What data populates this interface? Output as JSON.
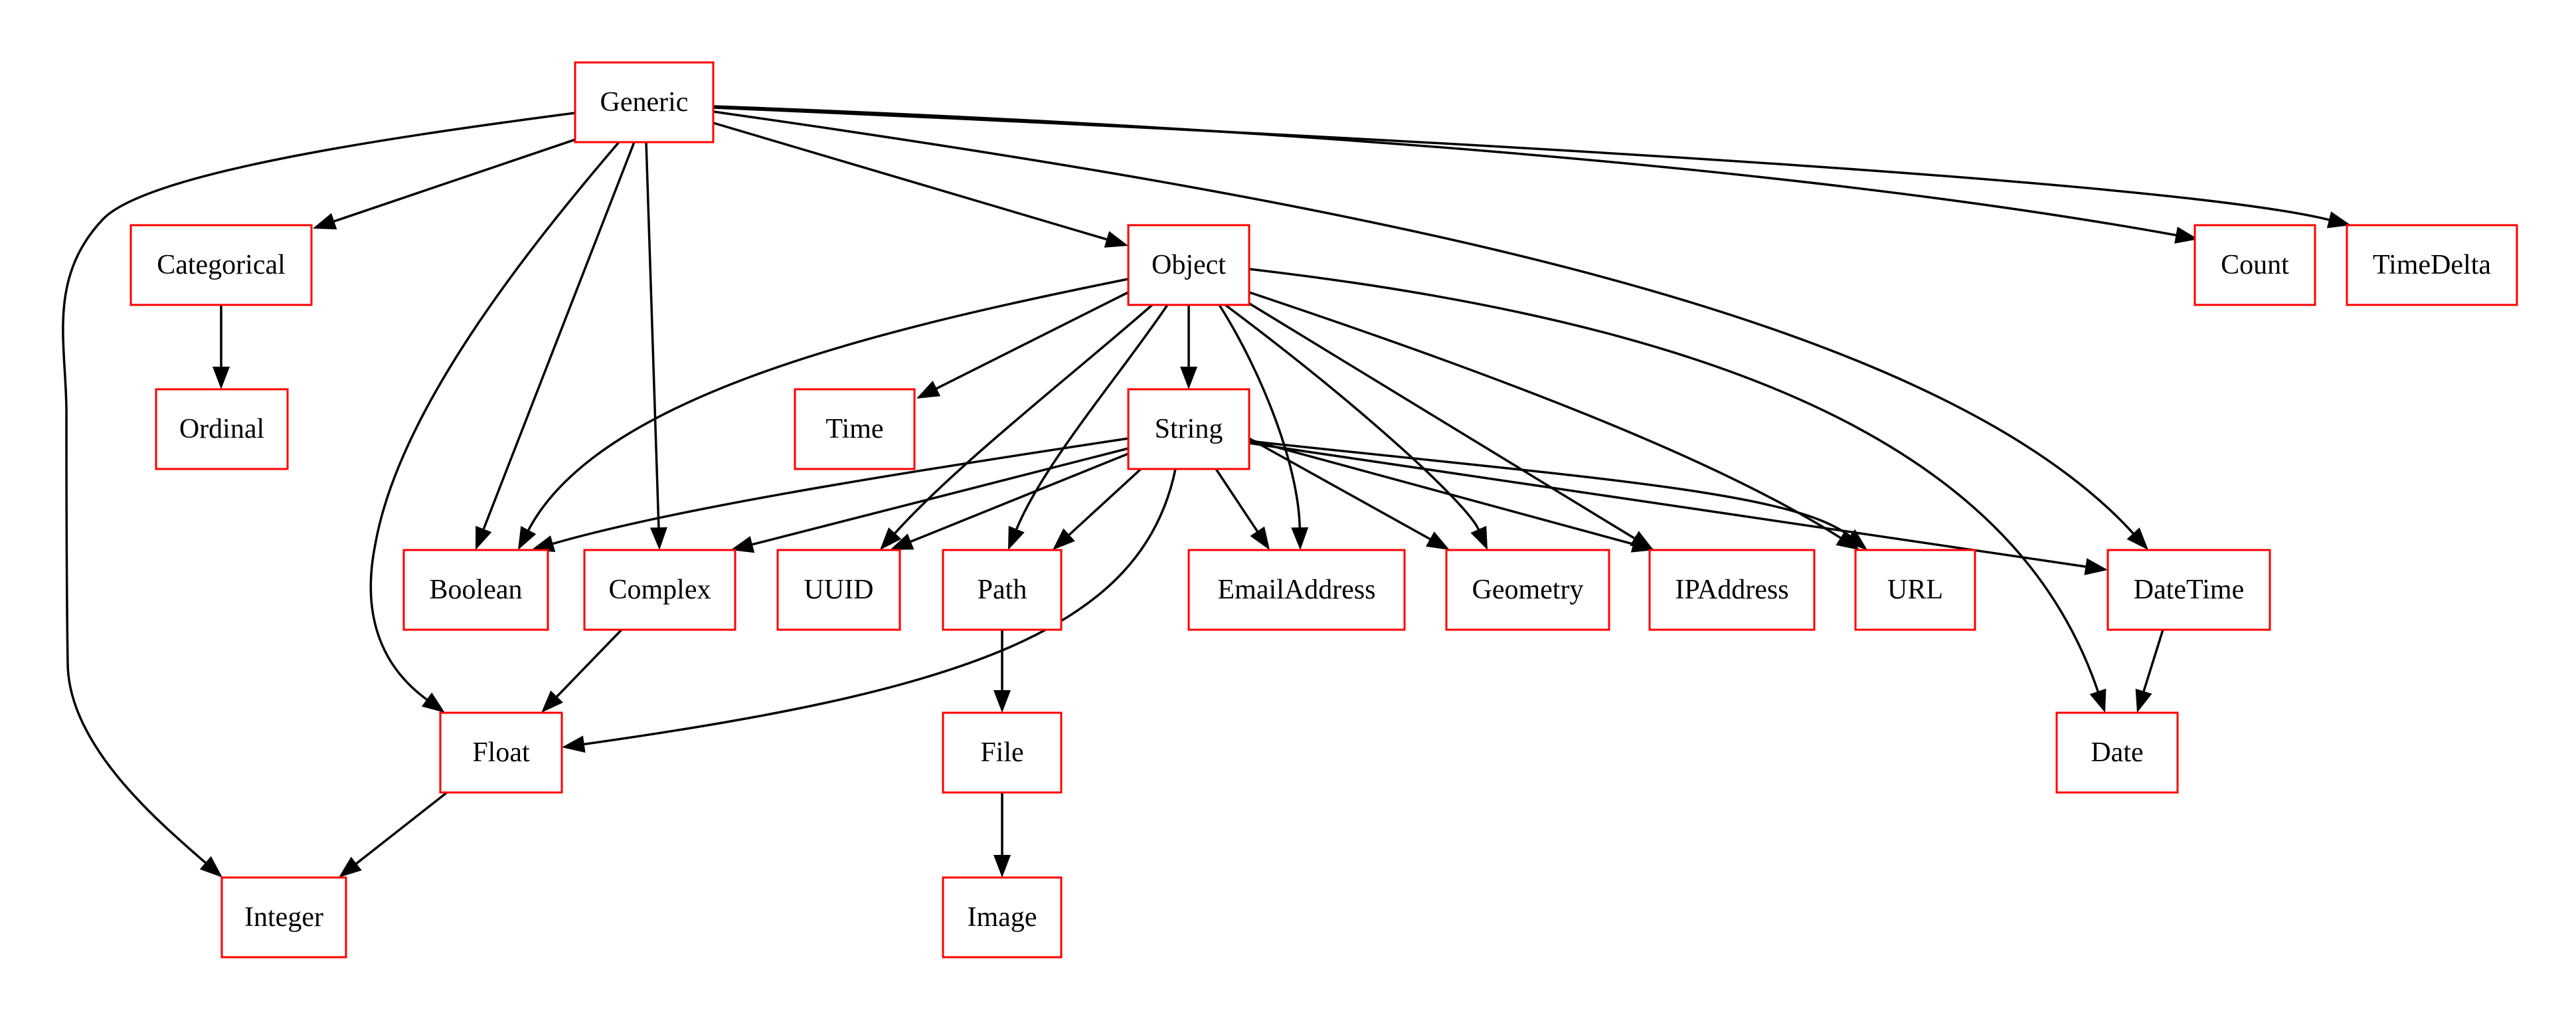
{
  "nodes": [
    {
      "id": "generic",
      "label": "Generic"
    },
    {
      "id": "categorical",
      "label": "Categorical"
    },
    {
      "id": "ordinal",
      "label": "Ordinal"
    },
    {
      "id": "object",
      "label": "Object"
    },
    {
      "id": "count",
      "label": "Count"
    },
    {
      "id": "timedelta",
      "label": "TimeDelta"
    },
    {
      "id": "time",
      "label": "Time"
    },
    {
      "id": "string",
      "label": "String"
    },
    {
      "id": "boolean",
      "label": "Boolean"
    },
    {
      "id": "complex",
      "label": "Complex"
    },
    {
      "id": "uuid",
      "label": "UUID"
    },
    {
      "id": "path",
      "label": "Path"
    },
    {
      "id": "emailaddress",
      "label": "EmailAddress"
    },
    {
      "id": "geometry",
      "label": "Geometry"
    },
    {
      "id": "ipaddress",
      "label": "IPAddress"
    },
    {
      "id": "url",
      "label": "URL"
    },
    {
      "id": "datetime",
      "label": "DateTime"
    },
    {
      "id": "float",
      "label": "Float"
    },
    {
      "id": "file",
      "label": "File"
    },
    {
      "id": "date",
      "label": "Date"
    },
    {
      "id": "integer",
      "label": "Integer"
    },
    {
      "id": "image",
      "label": "Image"
    }
  ],
  "edges": [
    {
      "from": "generic",
      "to": "categorical"
    },
    {
      "from": "generic",
      "to": "integer"
    },
    {
      "from": "generic",
      "to": "float"
    },
    {
      "from": "generic",
      "to": "boolean"
    },
    {
      "from": "generic",
      "to": "complex"
    },
    {
      "from": "generic",
      "to": "object"
    },
    {
      "from": "generic",
      "to": "count"
    },
    {
      "from": "generic",
      "to": "timedelta"
    },
    {
      "from": "generic",
      "to": "datetime"
    },
    {
      "from": "categorical",
      "to": "ordinal"
    },
    {
      "from": "object",
      "to": "boolean"
    },
    {
      "from": "object",
      "to": "time"
    },
    {
      "from": "object",
      "to": "uuid"
    },
    {
      "from": "object",
      "to": "path"
    },
    {
      "from": "object",
      "to": "string"
    },
    {
      "from": "object",
      "to": "emailaddress"
    },
    {
      "from": "object",
      "to": "geometry"
    },
    {
      "from": "object",
      "to": "ipaddress"
    },
    {
      "from": "object",
      "to": "url"
    },
    {
      "from": "object",
      "to": "date"
    },
    {
      "from": "string",
      "to": "boolean"
    },
    {
      "from": "string",
      "to": "complex"
    },
    {
      "from": "string",
      "to": "uuid"
    },
    {
      "from": "string",
      "to": "path"
    },
    {
      "from": "string",
      "to": "float"
    },
    {
      "from": "string",
      "to": "emailaddress"
    },
    {
      "from": "string",
      "to": "geometry"
    },
    {
      "from": "string",
      "to": "ipaddress"
    },
    {
      "from": "string",
      "to": "url"
    },
    {
      "from": "string",
      "to": "datetime"
    },
    {
      "from": "complex",
      "to": "float"
    },
    {
      "from": "float",
      "to": "integer"
    },
    {
      "from": "path",
      "to": "file"
    },
    {
      "from": "file",
      "to": "image"
    },
    {
      "from": "datetime",
      "to": "date"
    }
  ],
  "colors": {
    "node_border": "#ff0000",
    "edge": "#000000",
    "text": "#000000",
    "background": "#ffffff"
  }
}
